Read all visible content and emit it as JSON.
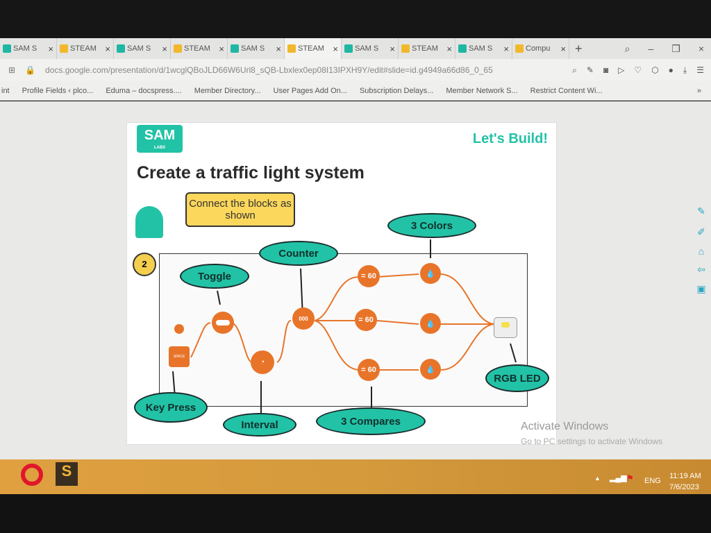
{
  "browser": {
    "tabs": [
      {
        "label": "SAM S",
        "color": "#1fb7a3"
      },
      {
        "label": "STEAM",
        "color": "#f1b82d"
      },
      {
        "label": "SAM S",
        "color": "#1fb7a3"
      },
      {
        "label": "STEAM",
        "color": "#f1b82d"
      },
      {
        "label": "SAM S",
        "color": "#1fb7a3"
      },
      {
        "label": "STEAM",
        "color": "#f1b82d",
        "active": true
      },
      {
        "label": "SAM S",
        "color": "#1fb7a3"
      },
      {
        "label": "STEAM",
        "color": "#f1b82d"
      },
      {
        "label": "SAM S",
        "color": "#1fb7a3"
      },
      {
        "label": "Compu",
        "color": "#f1b82d"
      }
    ],
    "new_tab": "+",
    "url": "docs.google.com/presentation/d/1wcglQBoJLD66W6Url8_sQB-Lbxlex0ep08I13IPXH9Y/edit#slide=id.g4949a66d86_0_65",
    "bookmarks": [
      "int",
      "Profile Fields ‹ plco...",
      "Eduma – docspress....",
      "Member Directory...",
      "User Pages Add On...",
      "Subscription Delays...",
      "Member Network S...",
      "Restrict Content Wi..."
    ],
    "more": "»"
  },
  "slide": {
    "logo": "SAM",
    "logo_sub": "LABS",
    "header_right": "Let's Build!",
    "title": "Create a traffic light system",
    "speech": "Connect the blocks as shown",
    "step": "2",
    "labels": {
      "toggle": "Toggle",
      "counter": "Counter",
      "colors": "3 Colors",
      "key_press": "Key Press",
      "interval": "Interval",
      "compares": "3 Compares",
      "rgb_led": "RGB LED"
    },
    "compare_value": "= 60",
    "key_label": "SPACE",
    "counter_display": "000"
  },
  "watermark": {
    "title": "Activate Windows",
    "subtitle": "Go to PC settings to activate Windows"
  },
  "taskbar": {
    "lang": "ENG",
    "time": "11:19 AM",
    "date": "7/6/2023"
  }
}
